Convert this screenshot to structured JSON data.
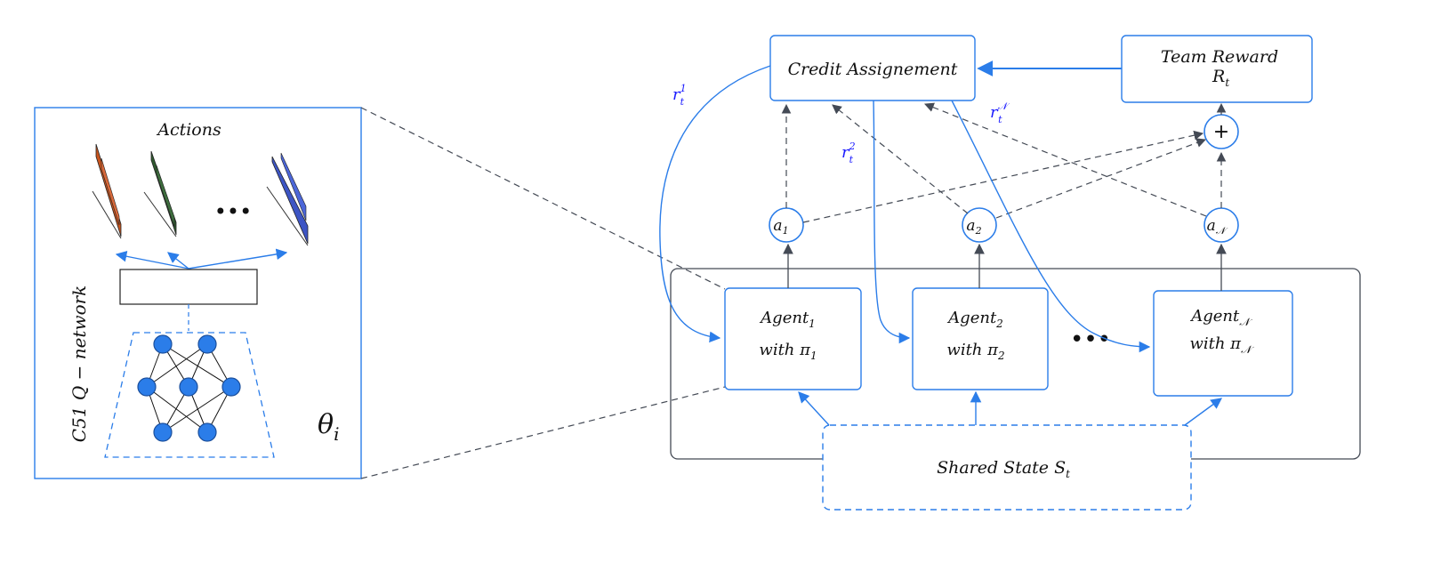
{
  "left_panel": {
    "actions_label": "Actions",
    "ellipsis": "•••",
    "network_label": "C51  Q − network",
    "theta_label": "θ",
    "theta_subscript": "i",
    "bar_colors": [
      "#c8541d",
      "#2f5a2f",
      "#3d55c4"
    ]
  },
  "boxes": {
    "credit": "Credit   Assignement",
    "team_reward_line1": "Team   Reward",
    "team_reward_line2": "R",
    "team_reward_sub": "t",
    "shared_state": "Shared   State   S",
    "shared_state_sub": "t"
  },
  "agents": [
    {
      "name": "Agent",
      "sub": "1",
      "with": "with   π",
      "with_sub": "1"
    },
    {
      "name": "Agent",
      "sub": "2",
      "with": "with   π",
      "with_sub": "2"
    },
    {
      "name": "Agent",
      "sub": "𝒩",
      "with": "with   π",
      "with_sub": "𝒩"
    }
  ],
  "agents_ellipsis": "•••",
  "actions": [
    {
      "letter": "a",
      "sub": "1"
    },
    {
      "letter": "a",
      "sub": "2"
    },
    {
      "letter": "a",
      "sub": "𝒩"
    }
  ],
  "plus_node": "+",
  "rewards": [
    {
      "letter": "r",
      "sub": "t",
      "sup": "1"
    },
    {
      "letter": "r",
      "sub": "t",
      "sup": "2"
    },
    {
      "letter": "r",
      "sub": "t",
      "sup": "𝒩"
    }
  ],
  "colors": {
    "accent_blue": "#2b7de9",
    "reward_label_blue": "#1a1aff",
    "dark_arrow": "#444a55"
  }
}
